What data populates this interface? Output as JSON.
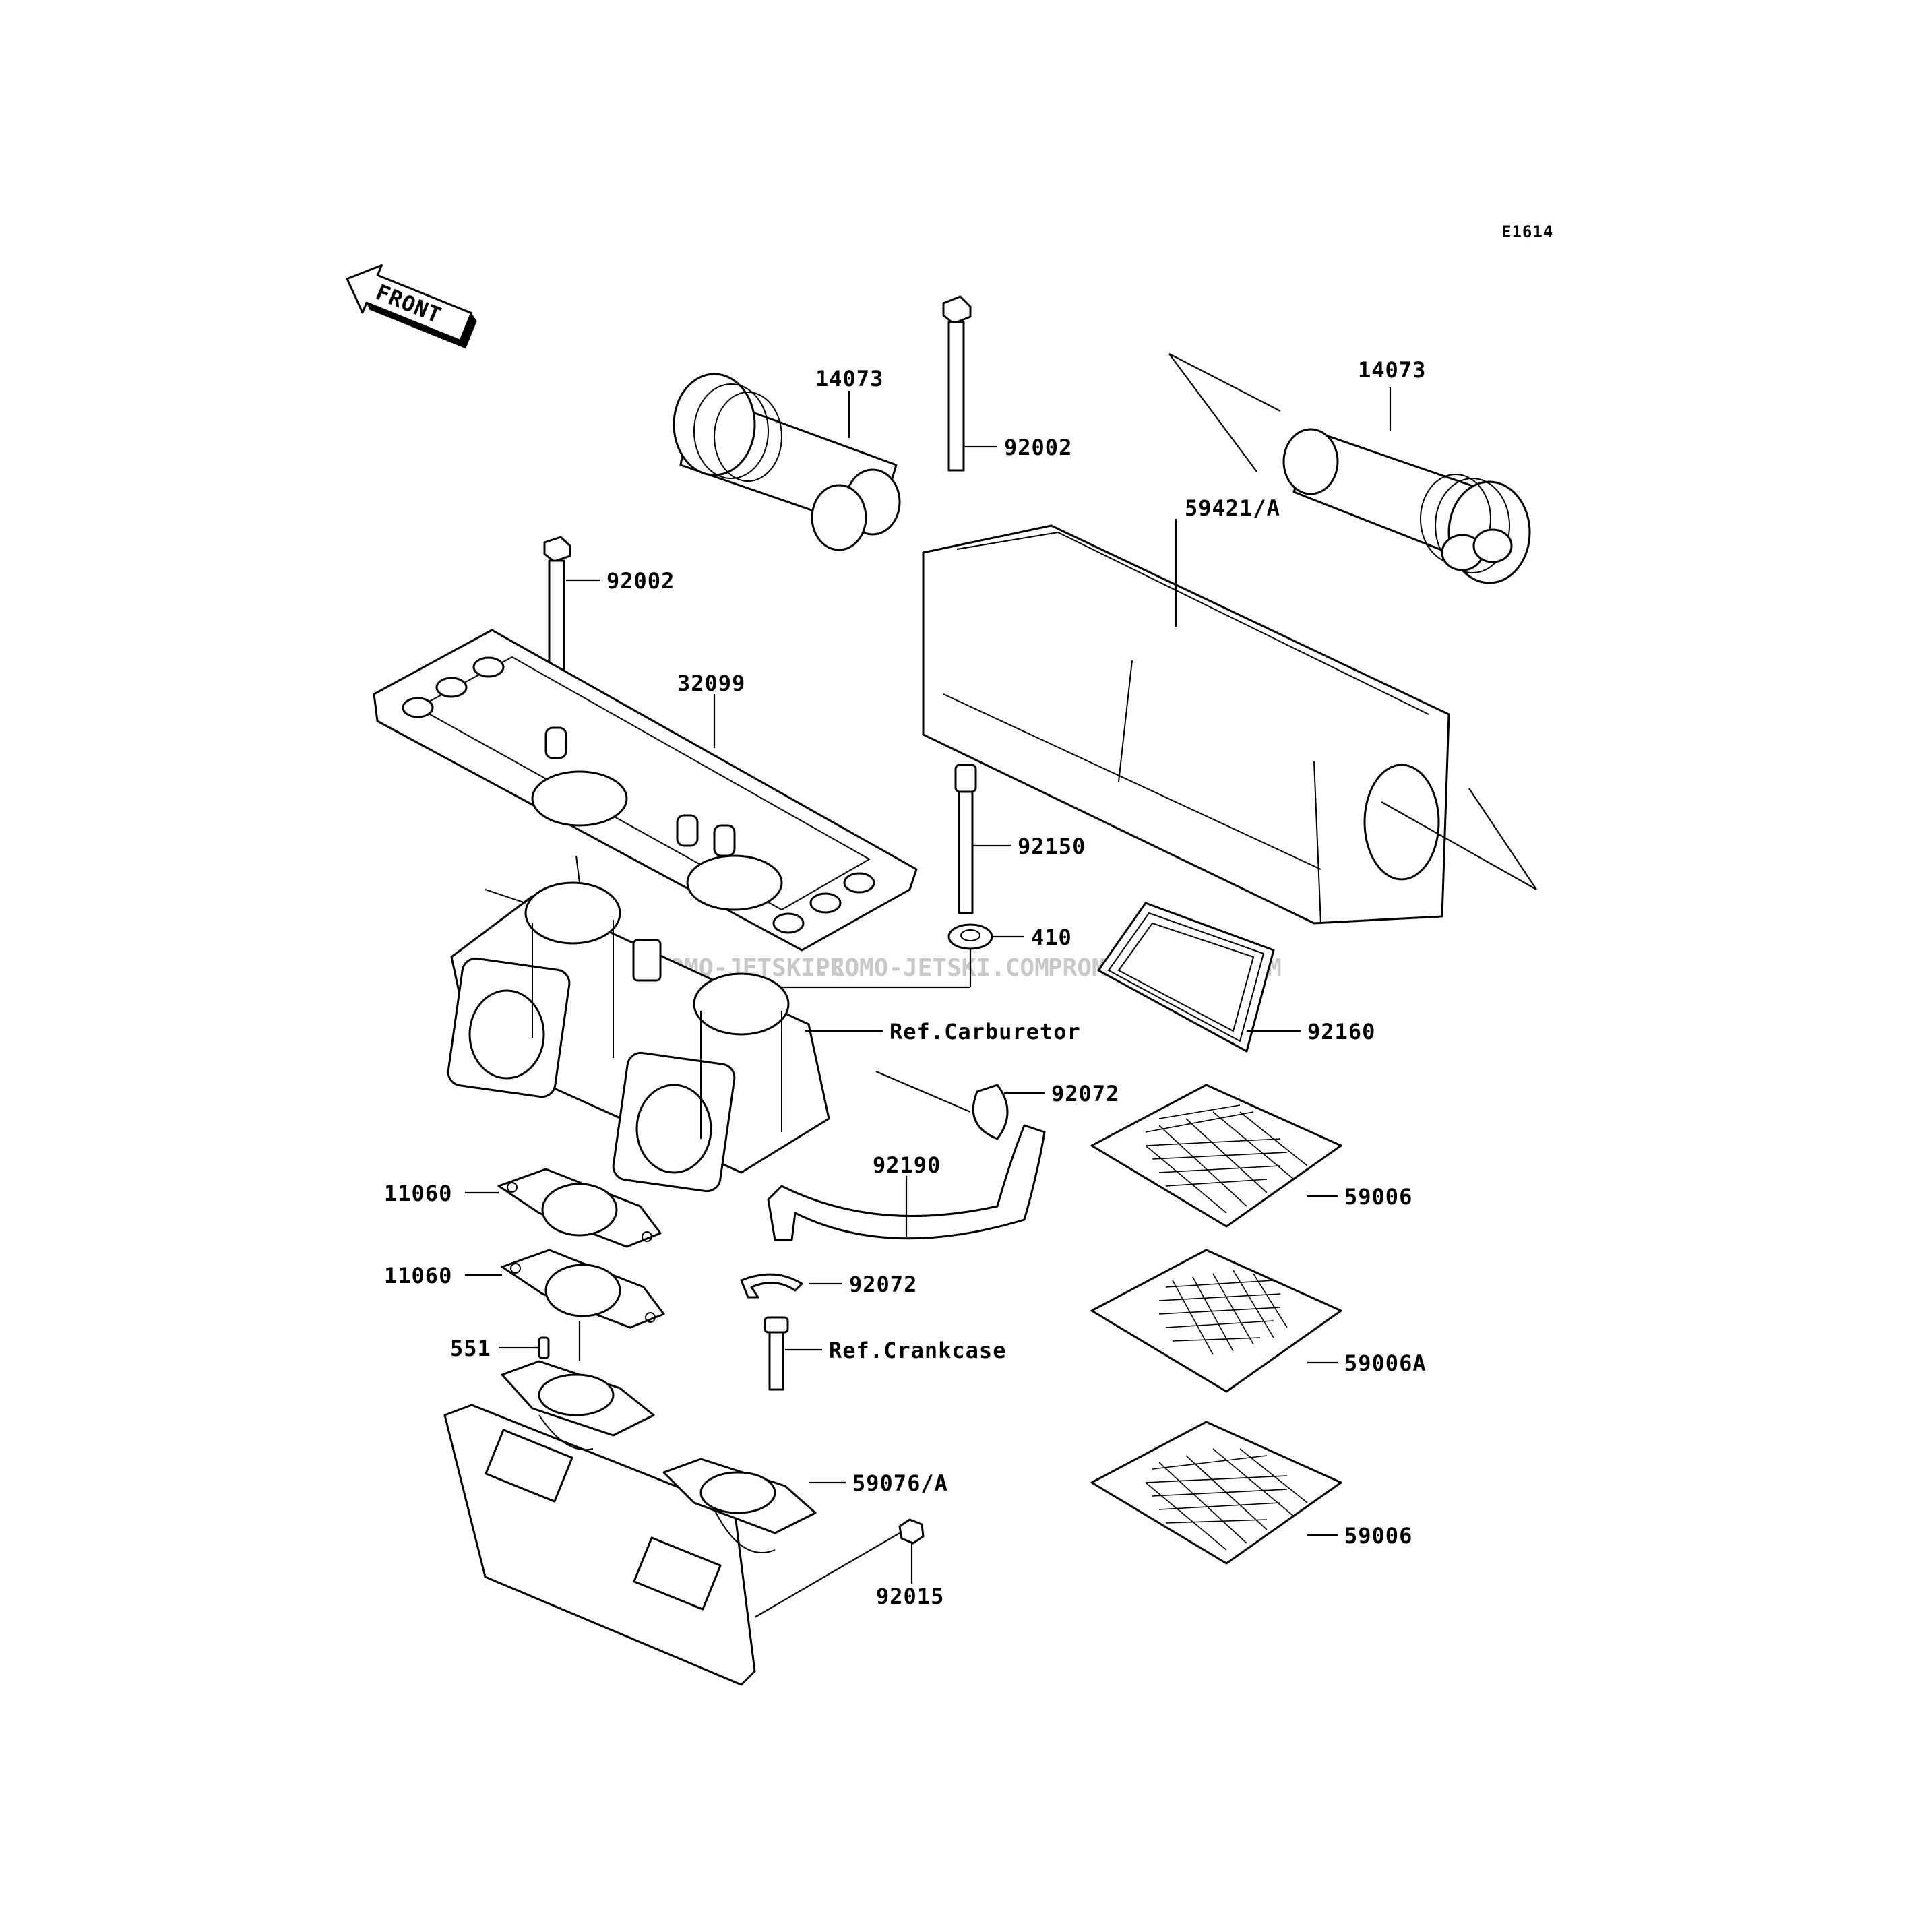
{
  "diagram_code": "E1614",
  "front_label": "FRONT",
  "watermark": "PROMO-JETSKI.COM",
  "parts": [
    {
      "id": "p-14073-a",
      "number": "14073"
    },
    {
      "id": "p-14073-b",
      "number": "14073"
    },
    {
      "id": "p-92002-a",
      "number": "92002"
    },
    {
      "id": "p-92002-b",
      "number": "92002"
    },
    {
      "id": "p-59421",
      "number": "59421/A"
    },
    {
      "id": "p-32099",
      "number": "32099"
    },
    {
      "id": "p-92150",
      "number": "92150"
    },
    {
      "id": "p-410",
      "number": "410"
    },
    {
      "id": "p-ref-carb",
      "number": "Ref.Carburetor"
    },
    {
      "id": "p-92160",
      "number": "92160"
    },
    {
      "id": "p-92072-a",
      "number": "92072"
    },
    {
      "id": "p-92190",
      "number": "92190"
    },
    {
      "id": "p-59006-a",
      "number": "59006"
    },
    {
      "id": "p-11060-a",
      "number": "11060"
    },
    {
      "id": "p-11060-b",
      "number": "11060"
    },
    {
      "id": "p-92072-b",
      "number": "92072"
    },
    {
      "id": "p-ref-crank",
      "number": "Ref.Crankcase"
    },
    {
      "id": "p-59006A",
      "number": "59006A"
    },
    {
      "id": "p-551",
      "number": "551"
    },
    {
      "id": "p-59076",
      "number": "59076/A"
    },
    {
      "id": "p-59006-b",
      "number": "59006"
    },
    {
      "id": "p-92015",
      "number": "92015"
    }
  ]
}
